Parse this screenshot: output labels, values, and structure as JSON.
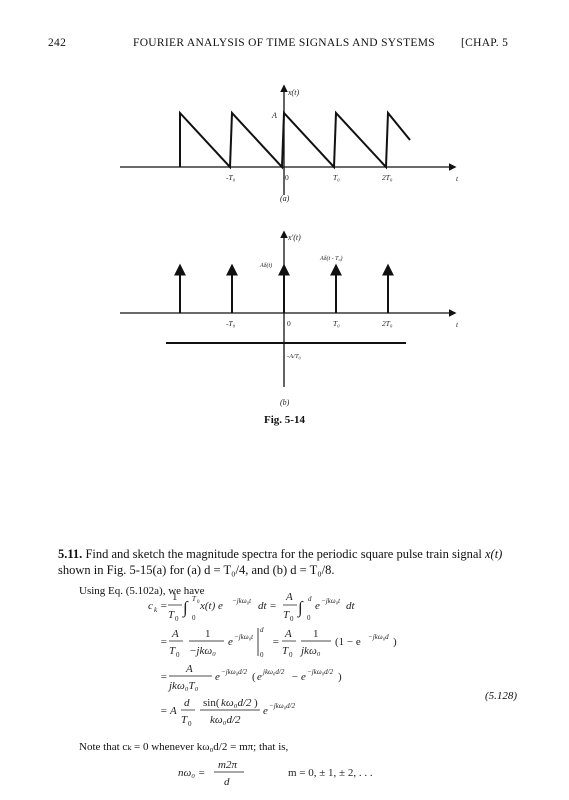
{
  "header": {
    "page_number": "242",
    "running_title": "FOURIER ANALYSIS OF TIME SIGNALS AND SYSTEMS",
    "chapter": "[CHAP. 5"
  },
  "figure_a": {
    "y_label": "x(t)",
    "amplitude_label": "A",
    "ticks": [
      "-T₀",
      "0",
      "T₀",
      "2T₀"
    ],
    "t_label": "t",
    "panel_label": "(a)"
  },
  "figure_b": {
    "y_label": "x'(t)",
    "impulse_label_0": "Aδ(t)",
    "impulse_label_1": "Aδ(t - T₀)",
    "ticks": [
      "-T₀",
      "0",
      "T₀",
      "2T₀"
    ],
    "t_label": "t",
    "level_label": "-A/T₀",
    "panel_label": "(b)"
  },
  "figure_caption": "Fig. 5-14",
  "problem": {
    "number": "5.11.",
    "text_1": "Find and sketch the magnitude spectra for the periodic square pulse train signal",
    "signal": "x(t)",
    "text_2": "shown in Fig. 5-15(a) for (a) d = T₀/4, and (b) d = T₀/8."
  },
  "body": {
    "using_eq": "Using Eq. (5.102a), we have",
    "eq_1": "cₖ = (1/T₀) ∫₀^{T₀} x(t) e^{−jkω₀t} dt = (A/T₀) ∫₀^d e^{−jkω₀t} dt",
    "eq_2": "= (A/T₀) (1/(−jkω₀)) e^{−jkω₀t} |₀^d = (A/T₀) (1/(jkω₀)) (1 − e^{−jkω₀d})",
    "eq_3": "= (A/(jkω₀T₀)) e^{−jkω₀d/2} (e^{jkω₀d/2} − e^{−jkω₀d/2})",
    "eq_4": "= A (d/T₀) (sin(kω₀d/2)/(kω₀d/2)) e^{−jkω₀d/2}",
    "eq_tag": "(5.128)",
    "note": "Note that cₖ = 0 whenever kω₀d/2 = mπ; that is,",
    "eq_5": "nω₀ = m2π/d",
    "eq_5b": "m = 0, ± 1, ± 2, . . ."
  }
}
